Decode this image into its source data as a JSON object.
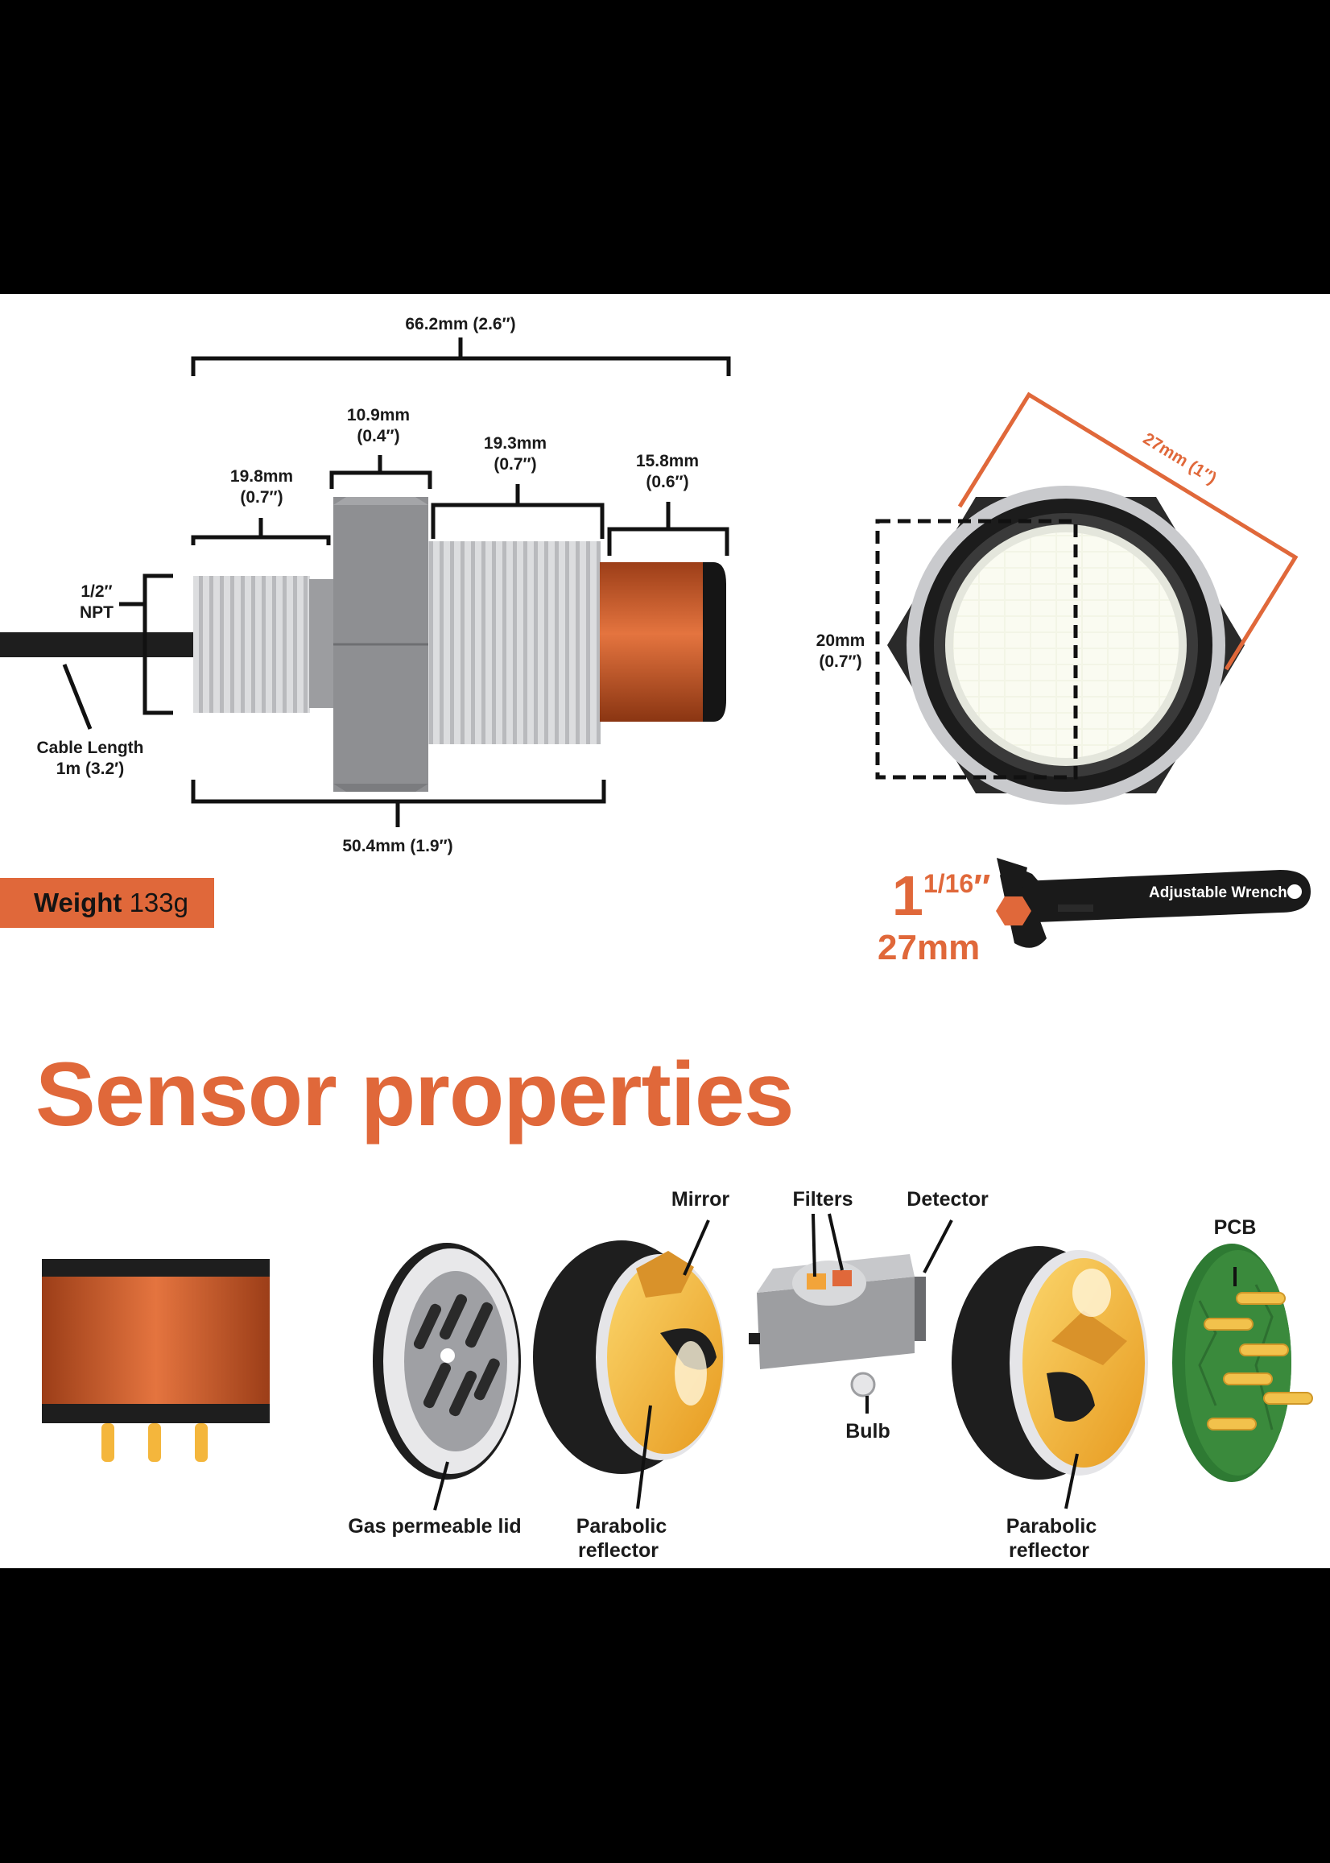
{
  "dimensions": {
    "overall_length": "66.2mm (2.6″)",
    "nut_width_mm": "10.9mm",
    "nut_width_in": "(0.4″)",
    "rear_thread_mm": "19.8mm",
    "rear_thread_in": "(0.7″)",
    "front_thread_mm": "19.3mm",
    "front_thread_in": "(0.7″)",
    "sensor_head_mm": "15.8mm",
    "sensor_head_in": "(0.6″)",
    "npt_line1": "1/2″",
    "npt_line2": "NPT",
    "cable_line1": "Cable Length",
    "cable_line2": "1m (3.2′)",
    "body_length": "50.4mm (1.9″)",
    "hex_across_corners": "27mm (1″)",
    "face_height_mm": "20mm",
    "face_height_in": "(0.7″)"
  },
  "weight": {
    "label": "Weight",
    "value": "133g"
  },
  "wrench": {
    "size_whole": "1",
    "size_fraction": "1/16",
    "size_inch_mark": "″",
    "size_mm": "27mm",
    "tool_label": "Adjustable Wrench"
  },
  "section_title": "Sensor properties",
  "components": {
    "mirror": "Mirror",
    "filters": "Filters",
    "detector": "Detector",
    "pcb": "PCB",
    "bulb": "Bulb",
    "lid": "Gas permeable lid",
    "reflector_1_line1": "Parabolic",
    "reflector_1_line2": "reflector",
    "reflector_2_line1": "Parabolic",
    "reflector_2_line2": "reflector"
  },
  "colors": {
    "accent_orange": "#e0683a",
    "copper": "#c9592a",
    "thread_gray": "#cfd0d2",
    "nut_gray": "#8e8f92",
    "pcb_green": "#3a8a3c",
    "gold": "#f3b237"
  }
}
